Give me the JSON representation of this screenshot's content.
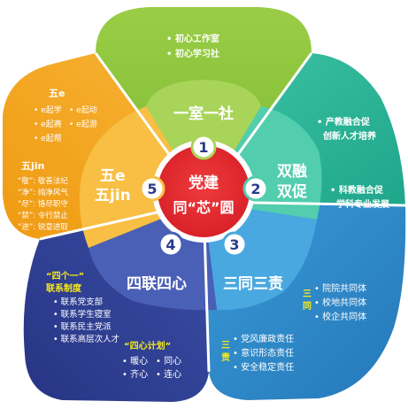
{
  "center": {
    "line1": "党建",
    "line2": "同“芯”圆"
  },
  "colors": {
    "green": "#8CC63F",
    "green_light": "#A3D14A",
    "teal": "#2EB89E",
    "teal_light": "#4CC9A9",
    "blue": "#2C86C7",
    "blue_light": "#3FA0DA",
    "navy": "#2B3A8C",
    "navy_light": "#4057AD",
    "orange": "#F3A41B",
    "orange_light": "#F7BC3C",
    "red": "#E52A2E",
    "yellow_text": "#F6E91C"
  },
  "sectors": [
    {
      "number": "1",
      "title": "一室一社",
      "outer_items": [
        "• 初心工作室",
        "• 初心学习社"
      ]
    },
    {
      "number": "2",
      "title_lines": [
        "双融",
        "双促"
      ],
      "outer_items": [
        "• 产教融合促",
        "创新人才培养",
        "• 科教融合促",
        "学科专业发展"
      ]
    },
    {
      "number": "3",
      "title": "三同三责",
      "group1_label": [
        "三",
        "同"
      ],
      "group1_items": [
        "• 院院共同体",
        "• 校地共同体",
        "• 校企共同体"
      ],
      "group2_label": [
        "三",
        "责"
      ],
      "group2_items": [
        "• 党风廉政责任",
        "• 意识形态责任",
        "• 安全稳定责任"
      ]
    },
    {
      "number": "4",
      "title": "四联四心",
      "group1_label": "“四个一”联系制度",
      "group1_label_lines": [
        "“四个一”",
        "联系制度"
      ],
      "group1_items": [
        "• 联系党支部",
        "• 联系学生寝室",
        "• 联系民主党派",
        "• 联系高层次人才"
      ],
      "group2_label": "“四心计划”",
      "group2_items": [
        "• 暖心",
        "• 同心",
        "• 齐心",
        "• 连心"
      ]
    },
    {
      "number": "5",
      "title_lines": [
        "五e",
        "五jin"
      ],
      "group1_label": "五e",
      "group1_items": [
        "• e起学",
        "• e起动",
        "• e起赛",
        "• e起游",
        "• e起帮"
      ],
      "group2_label": "五jin",
      "group2_items": [
        "“敬”: 敬善法纪",
        "“净”: 纯净风气",
        "“尽”: 恪尽职守",
        "“禁”: 令行禁止",
        "“进”: 锐意进取"
      ]
    }
  ]
}
